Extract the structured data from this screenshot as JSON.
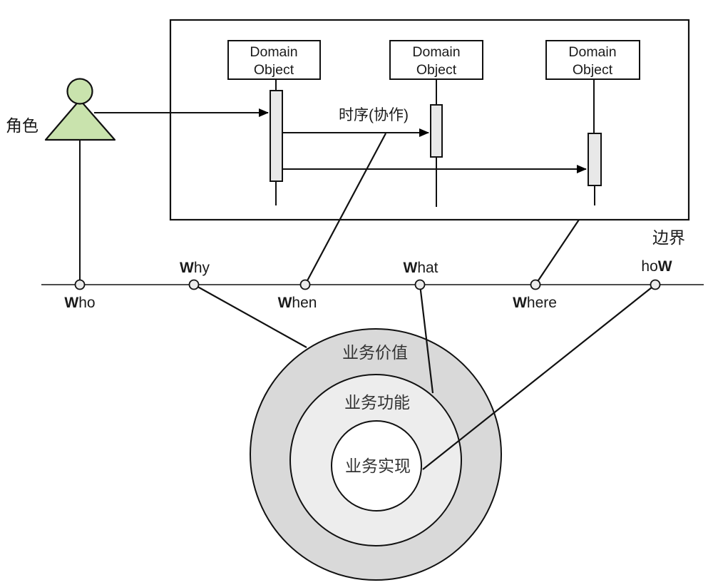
{
  "diagram": {
    "actor": {
      "label": "角色"
    },
    "sequence": {
      "boundary_label": "边界",
      "collaboration_label": "时序(协作)",
      "domain_objects": [
        {
          "line1": "Domain",
          "line2": "Object"
        },
        {
          "line1": "Domain",
          "line2": "Object"
        },
        {
          "line1": "Domain",
          "line2": "Object"
        }
      ]
    },
    "timeline_points": [
      {
        "id": "who",
        "bold": "W",
        "rest": "ho",
        "position": "below-line"
      },
      {
        "id": "why",
        "bold": "W",
        "rest": "hy",
        "position": "above-line"
      },
      {
        "id": "when",
        "bold": "W",
        "rest": "hen",
        "position": "below-line"
      },
      {
        "id": "what",
        "bold": "W",
        "rest": "hat",
        "position": "above-line"
      },
      {
        "id": "where",
        "bold": "W",
        "rest": "here",
        "position": "below-line"
      },
      {
        "id": "how",
        "rest": "ho",
        "bold": "W",
        "position": "above-line"
      }
    ],
    "rings": {
      "outer_label": "业务价值",
      "middle_label": "业务功能",
      "inner_label": "业务实现"
    },
    "colors": {
      "actor_fill": "#c9e3ad",
      "ring_outer_fill": "#d9d9d9",
      "ring_middle_fill": "#ededed",
      "ring_inner_fill": "#ffffff",
      "activation_fill": "#e8e8e8",
      "point_fill": "#ebebeb",
      "box_fill": "#ffffff",
      "line": "#000000"
    }
  }
}
